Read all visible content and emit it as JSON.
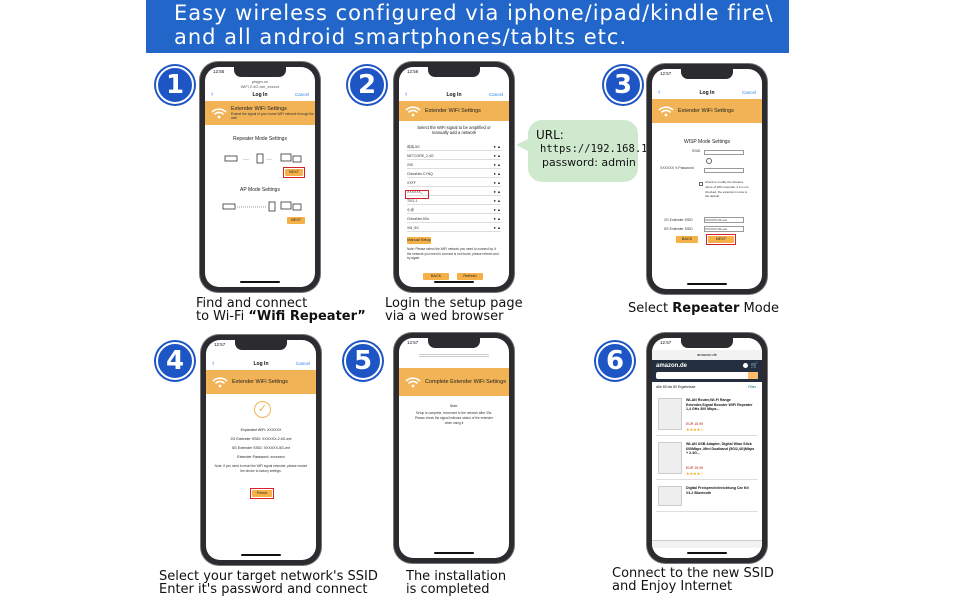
{
  "banner": {
    "line1": "Easy wireless configured via iphone/ipad/kindle fire\\",
    "line2": "and all android smartphones/tablts etc."
  },
  "steps": [
    {
      "number": "1",
      "caption_line1": "Find and connect",
      "caption_line2_prefix": "to Wi-Fi ",
      "caption_line2_bold": "“Wifi Repeater”",
      "phone": {
        "time": "12:55",
        "header_line1": "ptsgm.cn",
        "header_line2": "WiFi 2.4G am_xxxxxx",
        "title": "Log In",
        "cancel": "Cancel",
        "banner_title": "Extender WiFi Settings",
        "banner_sub": "Extend the signal of your home WiFi network through the wall",
        "section1": "Repeater Mode Settings",
        "section2": "AP Mode Settings",
        "next": "NEXT"
      }
    },
    {
      "number": "2",
      "caption_line1": "Login the setup page",
      "caption_line2": "via a wed browser",
      "phone": {
        "time": "12:56",
        "title": "Log In",
        "cancel": "Cancel",
        "banner_title": "Extender WiFi Settings",
        "prompt": "Select the WiFi signal to be amplified or manually add a network",
        "networks": [
          "鸡鸡-5G",
          "NETCORE_2.4G",
          "205",
          "ChinaNet-CYNQ",
          "XXFF",
          "XXXXXX_",
          "TSG-1",
          "小米",
          "ChinaNet-9Gx",
          "XM_5G"
        ],
        "manual": "Manual Setup",
        "note": "Note: Please select the WiFi network you need to connect by. If the network you need to connect is not found, please refresh and try again.",
        "back": "BACK",
        "refresh": "Refresh"
      },
      "bubble": {
        "url_label": "URL:",
        "url": "https://192.168.11.1",
        "password": "password: admin"
      }
    },
    {
      "number": "3",
      "caption_prefix": "Select ",
      "caption_bold": "Repeater",
      "caption_suffix": " Mode",
      "phone": {
        "time": "12:57",
        "title": "Log In",
        "cancel": "Cancel",
        "banner_title": "Extender WiFi Settings",
        "section": "WISP Mode Settings",
        "ssid_label": "SSID",
        "password_label": "XXXXXX 's Password",
        "hint": "Check to modify the wireless name of WiFi extender, if it is not checked, the extension name is the default.",
        "ext_2g": "2G Extender SSID",
        "ext_2g_value": "XXXXXX-2G-ext",
        "ext_5g": "5G Extender SSID",
        "ext_5g_value": "XXXXXX-5G-ext",
        "back": "BACK",
        "next": "NEXT"
      }
    },
    {
      "number": "4",
      "caption_line1": "Select your target network's SSID",
      "caption_line2": "Enter it's password and connect",
      "phone": {
        "time": "12:57",
        "title": "Log In",
        "cancel": "Cancel",
        "banner_title": "Extender WiFi Settings",
        "expanded": "Expanded WiFi:   XXXXXX",
        "ext_2g": "2G Extender SSID:   XXXXXX-2.4G-ext",
        "ext_5g": "5G Extender SSID:   XXXXXX-5G-ext",
        "ext_pw": "Extender Password:   xxxxxxxx",
        "note": "Note: If you need to reset the WiFi signal extender, please restore the device to factory settings.",
        "finish": "Finish"
      }
    },
    {
      "number": "5",
      "caption_line1": "The installation",
      "caption_line2": "is completed",
      "phone": {
        "time": "12:57",
        "banner_title": "Complete Extender WiFi Settings",
        "note_title": "Note:",
        "note": "Setup is complete, reconnect to the network after 30s. Please check the signal indicator status of the extender when using it"
      }
    },
    {
      "number": "6",
      "caption_line1": "Connect to the new SSID",
      "caption_line2": "and Enjoy Internet",
      "phone": {
        "time": "12:57",
        "url": "amazon.de",
        "logo": "amazon.de",
        "results": "Alle 80 bis 80 Ergebnisse",
        "filter": "Filter",
        "items": [
          {
            "title": "WLAN Router,Wi-Fi Range Extender,Signal Booster WiFi Repeater 1,4 GHz 300 Mbps...",
            "price": "EUR 15,99",
            "stars": "★★★★☆"
          },
          {
            "title": "WLAN USB Adapter, Digital Wlan Stick 600Mbps ,Mini Dualband (5G/2,4G)Mbps + 2.4G...",
            "price": "EUR 15,99",
            "stars": "★★★★☆"
          },
          {
            "title": "Digital Freisprecheinrichtung Car Kit V4.2 Bluetooth",
            "price": "",
            "stars": ""
          }
        ]
      }
    }
  ]
}
